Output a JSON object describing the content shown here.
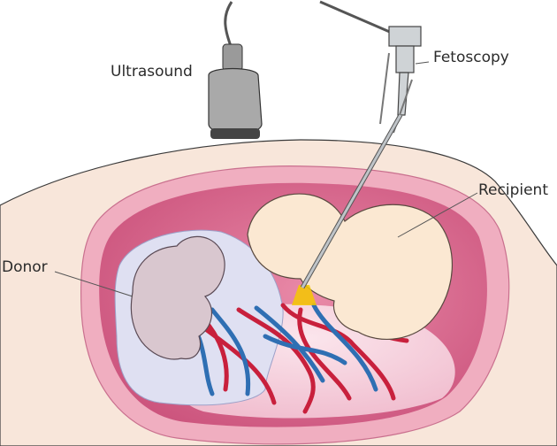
{
  "labels": {
    "ultrasound": "Ultrasound",
    "fetoscopy": "Fetoscopy",
    "recipient": "Recipient",
    "donor": "Donor"
  },
  "colors": {
    "skin": "#f8e6da",
    "uterus_wall": "#eeaabd",
    "uterus_cavity": "#d8648a",
    "recipient_fetus": "#fbe8d2",
    "donor_fetus": "#d9c7cf",
    "donor_sac": "#dfe0f2",
    "artery": "#c8203c",
    "vein": "#2f6fb3",
    "laser": "#f5c800"
  }
}
